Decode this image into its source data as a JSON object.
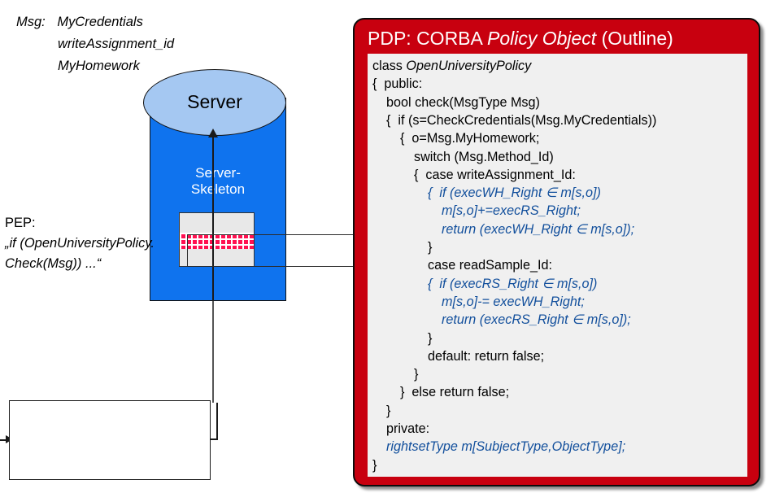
{
  "diagram": {
    "server": {
      "cap_label": "Server",
      "skeleton_label_line1": "Server-",
      "skeleton_label_line2": "Skeleton",
      "body_color": "#0f73ee",
      "cap_color": "#a5c8f2",
      "brick_color": "#ff1050"
    },
    "pep": {
      "title": "PEP:",
      "quote_line1": "„if (OpenUniversityPolicy.",
      "quote_line2": "Check(Msg)) ...“"
    },
    "msg_box": {
      "label": "Msg:",
      "values": [
        "MyCredentials",
        "writeAssignment_id",
        "MyHomework"
      ]
    }
  },
  "pdp": {
    "title_plain1": "PDP: CORBA ",
    "title_italic": "Policy Object",
    "title_plain2": " (Outline)",
    "panel_color": "#c8000f",
    "code_bg": "#f0f0f0",
    "code_accent_color": "#124f9c",
    "code": [
      {
        "indent": 0,
        "text": "class ",
        "italic_text": "OpenUniversityPolicy",
        "style": "mixed"
      },
      {
        "indent": 0,
        "text": "{  public:",
        "style": "plain"
      },
      {
        "indent": 1,
        "text": "bool check(MsgType Msg)",
        "style": "plain"
      },
      {
        "indent": 1,
        "text": "{  if (s=CheckCredentials(Msg.MyCredentials))",
        "style": "plain"
      },
      {
        "indent": 2,
        "text": "{  o=Msg.MyHomework;",
        "style": "plain"
      },
      {
        "indent": 3,
        "text": "switch (Msg.Method_Id)",
        "style": "plain"
      },
      {
        "indent": 3,
        "text": "{  case writeAssignment_Id:",
        "style": "plain"
      },
      {
        "indent": 4,
        "text": "{  if (execWH_Right ∈ m[s,o])",
        "style": "blue"
      },
      {
        "indent": 5,
        "text": "m[s,o]+=execRS_Right;",
        "style": "blue"
      },
      {
        "indent": 5,
        "text": "return (execWH_Right ∈ m[s,o]);",
        "style": "blue"
      },
      {
        "indent": 4,
        "text": "}",
        "style": "plain"
      },
      {
        "indent": 4,
        "text": "case readSample_Id:",
        "style": "plain"
      },
      {
        "indent": 4,
        "text": "{  if (execRS_Right ∈ m[s,o])",
        "style": "blue"
      },
      {
        "indent": 5,
        "text": "m[s,o]-= execWH_Right;",
        "style": "blue"
      },
      {
        "indent": 5,
        "text": "return (execRS_Right ∈ m[s,o]);",
        "style": "blue"
      },
      {
        "indent": 4,
        "text": "}",
        "style": "plain"
      },
      {
        "indent": 4,
        "text": "default: return false;",
        "style": "plain"
      },
      {
        "indent": 3,
        "text": "}",
        "style": "plain"
      },
      {
        "indent": 2,
        "text": "}  else return false;",
        "style": "plain"
      },
      {
        "indent": 1,
        "text": "}",
        "style": "plain"
      },
      {
        "indent": 1,
        "text": "private:",
        "style": "plain"
      },
      {
        "indent": 1,
        "text": "rightsetType m[SubjectType,ObjectType];",
        "style": "blue"
      },
      {
        "indent": 0,
        "text": "}",
        "style": "plain"
      }
    ]
  }
}
